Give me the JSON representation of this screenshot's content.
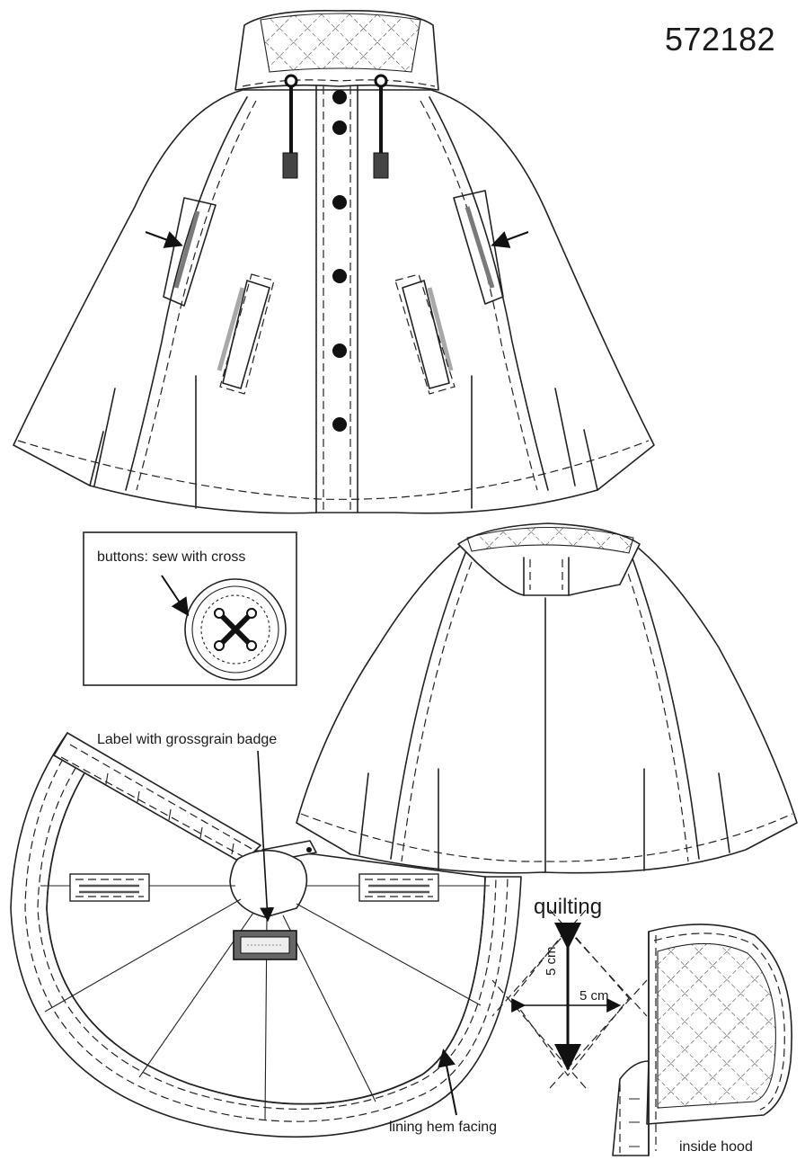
{
  "style_number": "572182",
  "callouts": {
    "buttons": "buttons: sew with cross",
    "label": "Label with grossgrain badge",
    "lining": "lining hem facing",
    "inside_hood": "inside hood"
  },
  "quilting": {
    "title": "quilting",
    "dim_horizontal": "5 cm",
    "dim_vertical": "5 cm"
  },
  "colors": {
    "line": "#222222",
    "pocket_accent": "#a8a8a8",
    "background": "#ffffff"
  }
}
